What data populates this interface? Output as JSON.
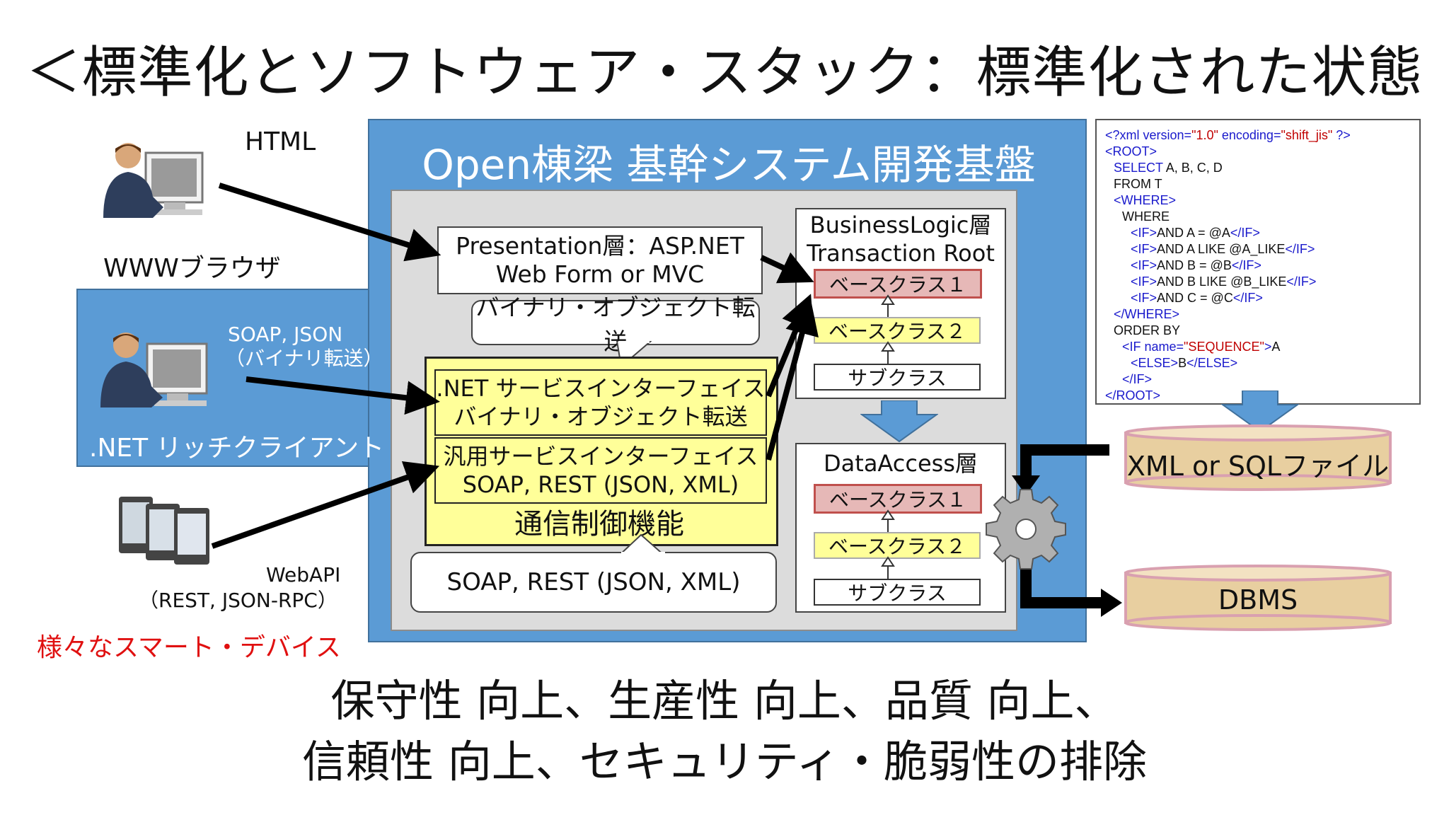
{
  "title": "＜標準化とソフトウェア・スタック：標準化された状態＞",
  "platform_title": "Open棟梁 基幹システム開発基盤",
  "clients": {
    "www_label": "WWWブラウザ",
    "www_protocol": "HTML",
    "rich_label": ".NET リッチクライアント",
    "rich_protocol_1": "SOAP, JSON",
    "rich_protocol_2": "（バイナリ転送）",
    "smart_label": "様々なスマート・デバイス",
    "smart_protocol_1": "WebAPI",
    "smart_protocol_2": "（REST, JSON-RPC）"
  },
  "presentation": {
    "line1": "Presentation層：ASP.NET",
    "line2": "Web Form or MVC"
  },
  "bubble_binary": "バイナリ・オブジェクト転送",
  "services": {
    "net_line1": ".NET サービスインターフェイス",
    "net_line2": "バイナリ・オブジェクト転送",
    "generic_line1": "汎用サービスインターフェイス",
    "generic_line2": "SOAP,  REST (JSON, XML)",
    "comm_label": "通信制御機能"
  },
  "bubble_soap": "SOAP,  REST (JSON, XML)",
  "business": {
    "line1": "BusinessLogic層",
    "line2": "Transaction Root",
    "class1": "ベースクラス１",
    "class2": "ベースクラス２",
    "class3": "サブクラス"
  },
  "dataaccess": {
    "title": "DataAccess層",
    "class1": "ベースクラス１",
    "class2": "ベースクラス２",
    "class3": "サブクラス"
  },
  "code_lines": [
    {
      "parts": [
        {
          "c": "t",
          "s": "<?xml version="
        },
        {
          "c": "r",
          "s": "\"1.0\""
        },
        {
          "c": "t",
          "s": " encoding="
        },
        {
          "c": "r",
          "s": "\"shift_jis\""
        },
        {
          "c": "t",
          "s": " ?>"
        }
      ],
      "indent": 0
    },
    {
      "parts": [
        {
          "c": "t",
          "s": "<ROOT>"
        }
      ],
      "indent": 0
    },
    {
      "parts": [
        {
          "c": "t",
          "s": "SELECT"
        },
        {
          "c": "k",
          "s": " A, B, C, D"
        }
      ],
      "indent": 1
    },
    {
      "parts": [
        {
          "c": "k",
          "s": "FROM T"
        }
      ],
      "indent": 1
    },
    {
      "parts": [
        {
          "c": "t",
          "s": "<WHERE>"
        }
      ],
      "indent": 1
    },
    {
      "parts": [
        {
          "c": "k",
          "s": "WHERE"
        }
      ],
      "indent": 2
    },
    {
      "parts": [
        {
          "c": "t",
          "s": "<IF>"
        },
        {
          "c": "k",
          "s": "AND A = @A"
        },
        {
          "c": "t",
          "s": "</IF>"
        }
      ],
      "indent": 3
    },
    {
      "parts": [
        {
          "c": "t",
          "s": "<IF>"
        },
        {
          "c": "k",
          "s": "AND A LIKE @A_LIKE"
        },
        {
          "c": "t",
          "s": "</IF>"
        }
      ],
      "indent": 3
    },
    {
      "parts": [
        {
          "c": "t",
          "s": "<IF>"
        },
        {
          "c": "k",
          "s": "AND B = @B"
        },
        {
          "c": "t",
          "s": "</IF>"
        }
      ],
      "indent": 3
    },
    {
      "parts": [
        {
          "c": "t",
          "s": "<IF>"
        },
        {
          "c": "k",
          "s": "AND B LIKE @B_LIKE"
        },
        {
          "c": "t",
          "s": "</IF>"
        }
      ],
      "indent": 3
    },
    {
      "parts": [
        {
          "c": "t",
          "s": "<IF>"
        },
        {
          "c": "k",
          "s": "AND C = @C"
        },
        {
          "c": "t",
          "s": "</IF>"
        }
      ],
      "indent": 3
    },
    {
      "parts": [
        {
          "c": "t",
          "s": "</WHERE>"
        }
      ],
      "indent": 1
    },
    {
      "parts": [
        {
          "c": "k",
          "s": "ORDER BY"
        }
      ],
      "indent": 1
    },
    {
      "parts": [
        {
          "c": "t",
          "s": "<IF name="
        },
        {
          "c": "r",
          "s": "\"SEQUENCE\""
        },
        {
          "c": "t",
          "s": ">"
        },
        {
          "c": "k",
          "s": "A"
        }
      ],
      "indent": 2
    },
    {
      "parts": [
        {
          "c": "t",
          "s": "<ELSE>"
        },
        {
          "c": "k",
          "s": "B"
        },
        {
          "c": "t",
          "s": "</ELSE>"
        }
      ],
      "indent": 3
    },
    {
      "parts": [
        {
          "c": "t",
          "s": "</IF>"
        }
      ],
      "indent": 2
    },
    {
      "parts": [
        {
          "c": "t",
          "s": "</ROOT>"
        }
      ],
      "indent": 0
    }
  ],
  "storage": {
    "file_label": "XML or SQLファイル",
    "db_label": "DBMS"
  },
  "benefits": {
    "line1": "保守性 向上、生産性 向上、品質 向上、",
    "line2": "信頼性 向上、セキュリティ・脆弱性の排除"
  },
  "colors": {
    "platform_blue": "#5b9bd5",
    "yellow": "#ffff99",
    "pink": "#e6b8b7",
    "cylinder": "#e8cfa0",
    "red_text": "#e01010"
  }
}
